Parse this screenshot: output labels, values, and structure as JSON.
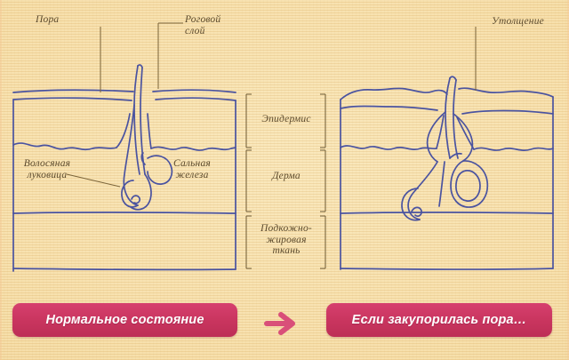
{
  "figure": {
    "kind": "anatomical-diagram",
    "subject": "skin-cross-section-comparison",
    "colors": {
      "paper": "#f7e1ab",
      "ink": "#4a53a0",
      "label_text": "#5c4a2e",
      "banner": "#c9355f",
      "banner_text": "#ffffff",
      "arrow": "#d94f79"
    }
  },
  "left_panel": {
    "callouts": [
      {
        "name": "pore",
        "text": "Пора"
      },
      {
        "name": "stratum-corneum",
        "text": "Роговой\nслой"
      }
    ],
    "inner_labels": [
      {
        "name": "hair-bulb",
        "text": "Волосяная\nлуковица"
      },
      {
        "name": "sebaceous-gland",
        "text": "Сальная\nжелеза"
      }
    ],
    "banner": "Нормальное состояние"
  },
  "right_panel": {
    "callouts": [
      {
        "name": "thickening",
        "text": "Утолщение"
      }
    ],
    "banner": "Если закупорилась пора…"
  },
  "layers": [
    {
      "name": "epidermis",
      "text": "Эпидермис"
    },
    {
      "name": "dermis",
      "text": "Дерма"
    },
    {
      "name": "subcutaneous-fat",
      "text": "Подкожно-\nжировая\nткань"
    }
  ],
  "flow": {
    "arrow": "→",
    "arrow_meaning": "leads-to"
  }
}
